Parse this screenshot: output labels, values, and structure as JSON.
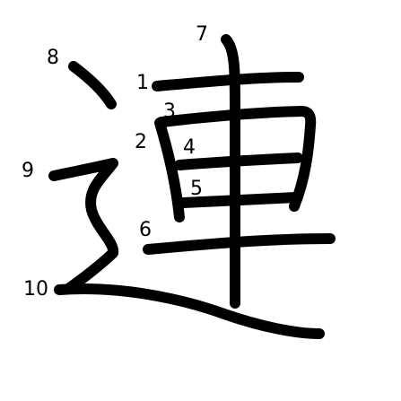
{
  "character": "連",
  "stroke_color": "#000000",
  "background_color": "#ffffff",
  "stroke_numbers": [
    {
      "id": "n1",
      "text": "1"
    },
    {
      "id": "n2",
      "text": "2"
    },
    {
      "id": "n3",
      "text": "3"
    },
    {
      "id": "n4",
      "text": "4"
    },
    {
      "id": "n5",
      "text": "5"
    },
    {
      "id": "n6",
      "text": "6"
    },
    {
      "id": "n7",
      "text": "7"
    },
    {
      "id": "n8",
      "text": "8"
    },
    {
      "id": "n9",
      "text": "9"
    },
    {
      "id": "n10",
      "text": "10"
    }
  ]
}
